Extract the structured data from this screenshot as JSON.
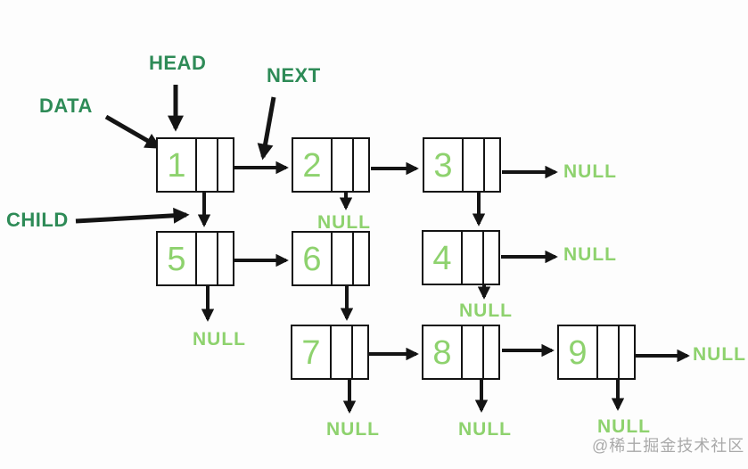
{
  "colors": {
    "label-green": "#2e8b57",
    "value-green": "#8ed26e",
    "line": "#141414",
    "watermark": "#9b9b9b",
    "bg": "#fdfdfd"
  },
  "labels": {
    "head": "HEAD",
    "next": "NEXT",
    "data": "DATA",
    "child": "CHILD"
  },
  "nodes": [
    {
      "id": "node-1",
      "value": "1"
    },
    {
      "id": "node-2",
      "value": "2"
    },
    {
      "id": "node-3",
      "value": "3"
    },
    {
      "id": "node-5",
      "value": "5"
    },
    {
      "id": "node-6",
      "value": "6"
    },
    {
      "id": "node-4",
      "value": "4"
    },
    {
      "id": "node-7",
      "value": "7"
    },
    {
      "id": "node-8",
      "value": "8"
    },
    {
      "id": "node-9",
      "value": "9"
    }
  ],
  "null_labels": [
    "NULL",
    "NULL",
    "NULL",
    "NULL",
    "NULL",
    "NULL",
    "NULL",
    "NULL",
    "NULL"
  ],
  "watermark": "@稀土掘金技术社区"
}
